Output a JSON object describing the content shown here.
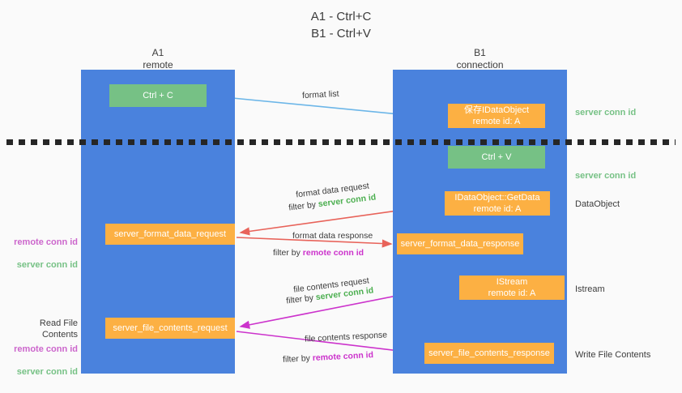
{
  "title": "A1 - Ctrl+C\nB1 - Ctrl+V",
  "columns": {
    "a1": "A1\nremote",
    "b1": "B1\nconnection"
  },
  "nodes": {
    "ctrl_c": "Ctrl + C",
    "save_idataobject": "保存IDataObject\nremote id: A",
    "ctrl_v": "Ctrl + V",
    "idataobject_getdata": "IDataObject::GetData\nremote id: A",
    "server_format_data_request": "server_format_data_request",
    "server_format_data_response": "server_format_data_response",
    "istream": "IStream\nremote id: A",
    "server_file_contents_request": "server_file_contents_request",
    "server_file_contents_response": "server_file_contents_response"
  },
  "right_notes": {
    "server_conn_id_1": "server conn id",
    "server_conn_id_2": "server conn id",
    "dataobject": "DataObject",
    "istream": "Istream",
    "write_file_contents": "Write File Contents"
  },
  "left_notes": {
    "remote_conn_id_1": "remote conn id",
    "server_conn_id_1": "server conn id",
    "read_file_contents": "Read File Contents",
    "remote_conn_id_2": "remote conn id",
    "server_conn_id_2": "server conn id"
  },
  "edge_labels": {
    "format_list": "format list",
    "format_data_request": "format data request",
    "format_data_request_filter_prefix": "filter by ",
    "format_data_request_filter_key": "server conn id",
    "format_data_response": "format data response",
    "format_data_response_filter_prefix": "filter by ",
    "format_data_response_filter_key": "remote conn id",
    "file_contents_request": "file contents request",
    "file_contents_request_filter_prefix": "filter by ",
    "file_contents_request_filter_key": "server conn id",
    "file_contents_response": "file contents response",
    "file_contents_response_filter_prefix": "filter by ",
    "file_contents_response_filter_key": "remote conn id"
  },
  "colors": {
    "lane_blue": "#4a82dd",
    "node_green": "#76c185",
    "node_orange": "#fcb043",
    "arrow_lightblue": "#6cb6e8",
    "arrow_red": "#e8635a",
    "arrow_magenta": "#cc33cc",
    "arrow_black": "#111111",
    "text_green": "#4caf50",
    "text_purple": "#cc33cc",
    "background": "#fafafa"
  }
}
